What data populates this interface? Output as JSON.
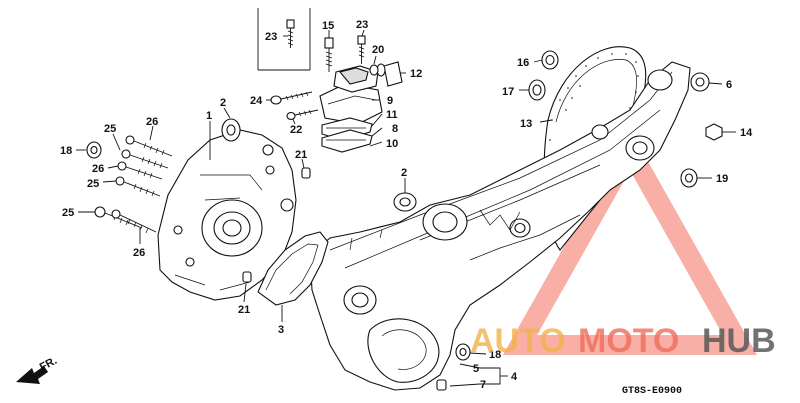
{
  "diagram": {
    "callouts": [
      {
        "id": "c23a",
        "text": "23"
      },
      {
        "id": "c15",
        "text": "15"
      },
      {
        "id": "c23b",
        "text": "23"
      },
      {
        "id": "c20",
        "text": "20"
      },
      {
        "id": "c12",
        "text": "12"
      },
      {
        "id": "c24",
        "text": "24"
      },
      {
        "id": "c9",
        "text": "9"
      },
      {
        "id": "c22",
        "text": "22"
      },
      {
        "id": "c11",
        "text": "11"
      },
      {
        "id": "c8",
        "text": "8"
      },
      {
        "id": "c10",
        "text": "10"
      },
      {
        "id": "c2a",
        "text": "2"
      },
      {
        "id": "c1",
        "text": "1"
      },
      {
        "id": "c26a",
        "text": "26"
      },
      {
        "id": "c25a",
        "text": "25"
      },
      {
        "id": "c18a",
        "text": "18"
      },
      {
        "id": "c26b",
        "text": "26"
      },
      {
        "id": "c25b",
        "text": "25"
      },
      {
        "id": "c21a",
        "text": "21"
      },
      {
        "id": "c25c",
        "text": "25"
      },
      {
        "id": "c26c",
        "text": "26"
      },
      {
        "id": "c21b",
        "text": "21"
      },
      {
        "id": "c3",
        "text": "3"
      },
      {
        "id": "c2b",
        "text": "2"
      },
      {
        "id": "c16",
        "text": "16"
      },
      {
        "id": "c17",
        "text": "17"
      },
      {
        "id": "c13",
        "text": "13"
      },
      {
        "id": "c6",
        "text": "6"
      },
      {
        "id": "c14",
        "text": "14"
      },
      {
        "id": "c19",
        "text": "19"
      },
      {
        "id": "c18b",
        "text": "18"
      },
      {
        "id": "c5",
        "text": "5"
      },
      {
        "id": "c4",
        "text": "4"
      },
      {
        "id": "c7",
        "text": "7"
      }
    ],
    "front_marker": "FR.",
    "diagram_code": "GT8S-E0900"
  },
  "watermark": {
    "part1": "AUTO",
    "part2": "MOTO",
    "part3": "HUB",
    "colors": {
      "orange": "#f4b24a",
      "red": "#f06e5c",
      "gray": "#5a5a5a"
    }
  }
}
